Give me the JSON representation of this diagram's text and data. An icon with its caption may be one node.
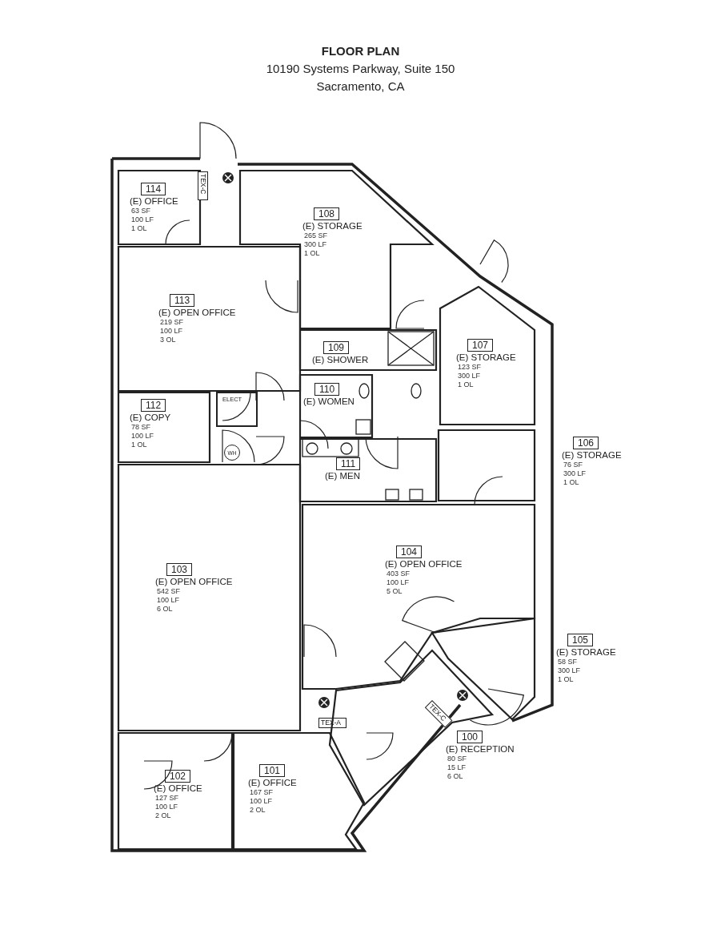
{
  "diagram": {
    "title": "FLOOR PLAN",
    "nodes": [
      {
        "text": [
          "114",
          "(E) OFFICE",
          "63 SF",
          "100 LF",
          "1 OL"
        ]
      },
      {
        "text": [
          "TEX-C"
        ]
      },
      {
        "text": [
          "108",
          "(E) STORAGE",
          "265 SF",
          "300 LF",
          "1 OL"
        ]
      },
      {
        "text": [
          "113",
          "(E) OPEN OFFICE",
          "219 SF",
          "100 LF",
          "3 OL"
        ]
      },
      {
        "text": [
          "109",
          "(E) SHOWER"
        ]
      },
      {
        "text": [
          "107",
          "(E) STORAGE",
          "123 SF",
          "300 LF",
          "1 OL"
        ]
      },
      {
        "text": [
          "112",
          "(E) COPY",
          "78 SF",
          "100 LF",
          "1 OL"
        ]
      },
      {
        "text": [
          "ELECT"
        ]
      },
      {
        "text": [
          "110",
          "(E) WOMEN"
        ]
      },
      {
        "text": [
          "WH"
        ]
      },
      {
        "text": [
          "106",
          "(E) STORAGE",
          "76 SF",
          "300 LF",
          "1 OL"
        ]
      },
      {
        "text": [
          "111",
          "(E) MEN"
        ]
      },
      {
        "text": [
          "104",
          "(E) OPEN OFFICE",
          "403 SF",
          "100 LF",
          "5 OL"
        ]
      },
      {
        "text": [
          "103",
          "(E) OPEN OFFICE",
          "542 SF",
          "100 LF",
          "6 OL"
        ]
      },
      {
        "text": [
          "105",
          "(E) STORAGE",
          "58 SF",
          "300 LF",
          "1 OL"
        ]
      },
      {
        "text": [
          "TEX-C"
        ],
        "in": 17
      },
      {
        "text": [
          "TEX-A"
        ]
      },
      {
        "text": [
          "100",
          "(E) RECEPTION",
          "80 SF",
          "15 LF",
          "6 OL"
        ]
      },
      {
        "text": [
          "102",
          "(E) OFFICE",
          "127 SF",
          "100 LF",
          "2 OL"
        ]
      },
      {
        "text": [
          "101",
          "(E) OFFICE",
          "167 SF",
          "100 LF",
          "2 OL"
        ]
      }
    ],
    "labels": [
      "10190 Systems Parkway, Suite 150",
      "Sacramento, CA"
    ]
  }
}
